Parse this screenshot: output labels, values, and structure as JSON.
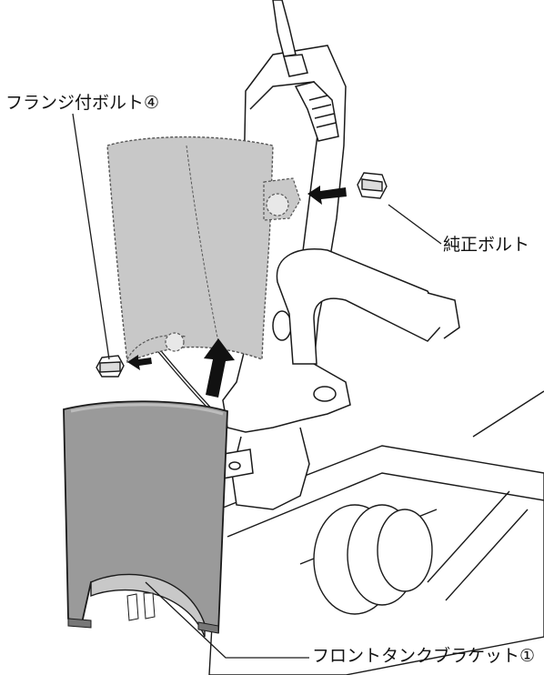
{
  "labels": {
    "flange_bolt": "フランジ付ボルト④",
    "genuine_bolt": "純正ボルト",
    "front_tank_bracket": "フロントタンクブラケット①"
  },
  "colors": {
    "line": "#1a1a1a",
    "part_fill_dark": "#9a9a9a",
    "part_fill_light": "#c8c8c8",
    "background": "#ffffff",
    "arrow": "#111111"
  }
}
